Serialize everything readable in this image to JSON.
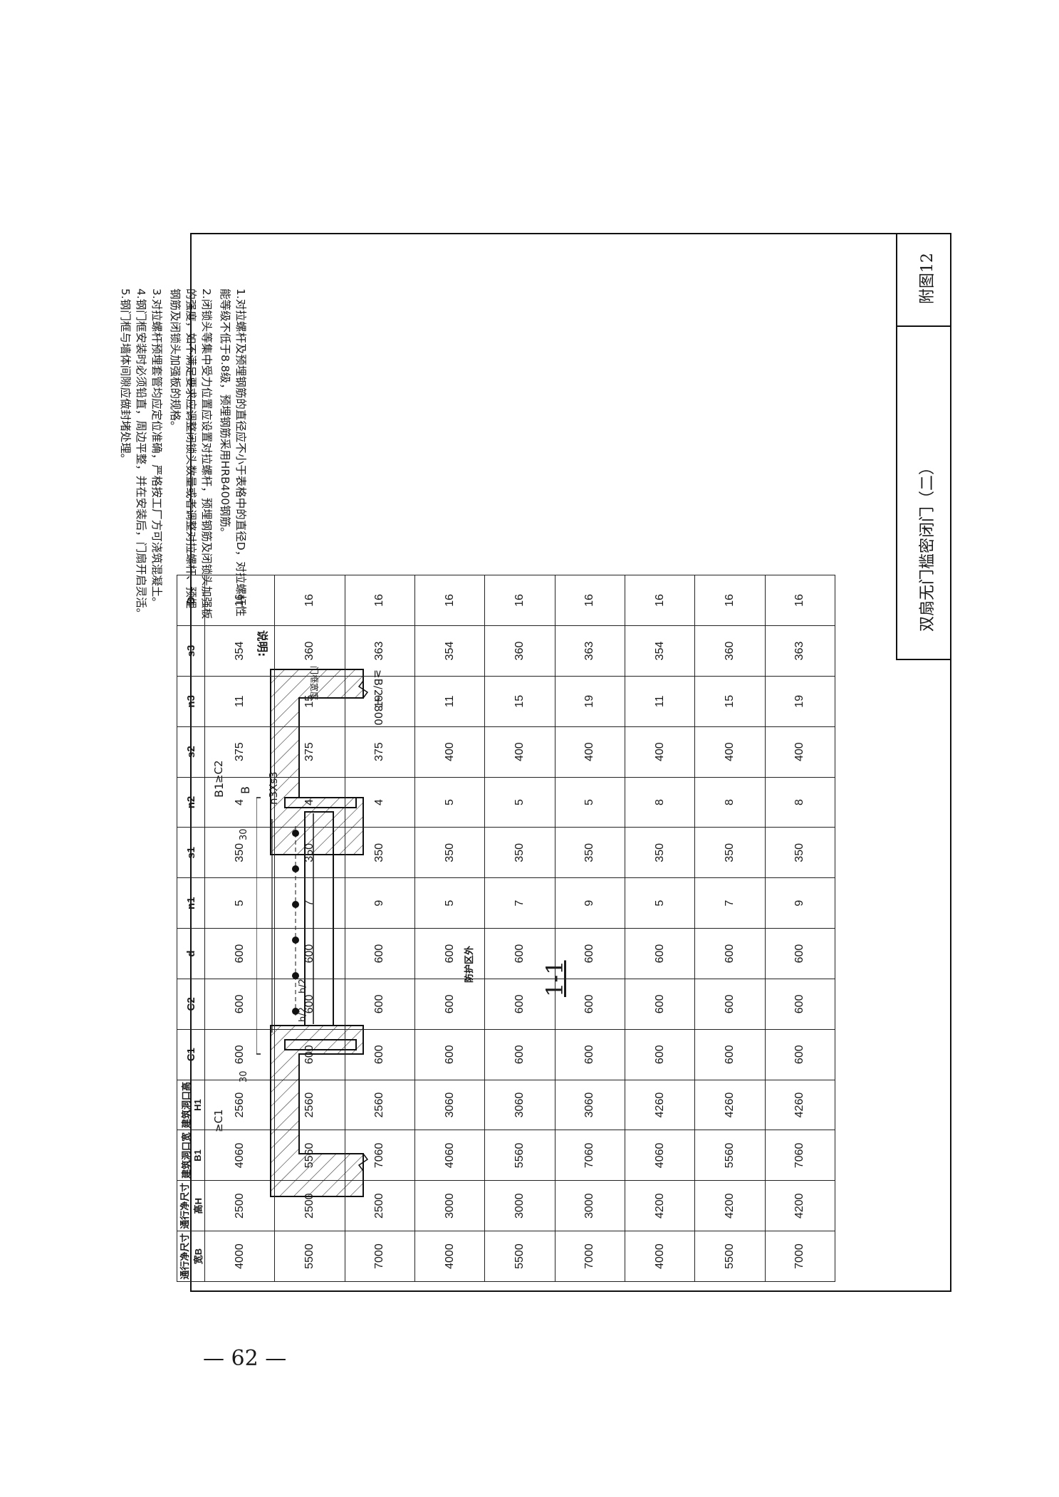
{
  "title_block": {
    "drawing_title": "双扇无门槛密闭门（二）",
    "drawing_number": "附图12"
  },
  "page_number": "— 62 —",
  "notes": {
    "heading": "说明:",
    "lines": [
      "1.对拉螺杆及预埋钢筋的直径应不小于表格中的直径D，对拉螺杆性",
      "  能等级不低于8.8级，预埋钢筋采用HRB400钢筋。",
      "2.闭锁头等集中受力位置应设置对拉螺杆，预埋钢筋及闭锁头加强板",
      "  的强度，如不满足要求应调整闭锁头数量或者调整对拉螺杆、预埋",
      "  钢筋及闭锁头加强板的规格。",
      "3.对拉螺杆预埋套管均应定位准确，严格按工厂方可浇筑混凝土。",
      "4.钢门框安装时必须铅直，周边平整，并在安装后，门扇开启灵活。",
      "5.钢门框与墙体间隙应做封堵处理。"
    ]
  },
  "drawing": {
    "section_label": "1-1",
    "dims": {
      "b1": "B1",
      "b": "B",
      "n3s3": "n3Xs3",
      "c1": "≥C1",
      "c2": "≥C2",
      "h2a": "h/2",
      "h2b": "h/2",
      "d30a": "30",
      "d30b": "30",
      "b2_800": "≥B/2+800",
      "protect_outside": "防护区外",
      "door_width": "门框宽度"
    }
  },
  "table": {
    "headers": [
      "通行净尺寸宽B",
      "通行净尺寸高H",
      "建筑洞口宽B1",
      "建筑洞口高H1",
      "C1",
      "C2",
      "d",
      "n1",
      "s1",
      "n2",
      "s2",
      "n3",
      "s3",
      "D"
    ],
    "rows": [
      [
        "4000",
        "2500",
        "4060",
        "2560",
        "600",
        "600",
        "600",
        "5",
        "350",
        "4",
        "375",
        "11",
        "354",
        "16"
      ],
      [
        "5500",
        "2500",
        "5560",
        "2560",
        "600",
        "600",
        "600",
        "7",
        "350",
        "4",
        "375",
        "15",
        "360",
        "16"
      ],
      [
        "7000",
        "2500",
        "7060",
        "2560",
        "600",
        "600",
        "600",
        "9",
        "350",
        "4",
        "375",
        "19",
        "363",
        "16"
      ],
      [
        "4000",
        "3000",
        "4060",
        "3060",
        "600",
        "600",
        "600",
        "5",
        "350",
        "5",
        "400",
        "11",
        "354",
        "16"
      ],
      [
        "5500",
        "3000",
        "5560",
        "3060",
        "600",
        "600",
        "600",
        "7",
        "350",
        "5",
        "400",
        "15",
        "360",
        "16"
      ],
      [
        "7000",
        "3000",
        "7060",
        "3060",
        "600",
        "600",
        "600",
        "9",
        "350",
        "5",
        "400",
        "19",
        "363",
        "16"
      ],
      [
        "4000",
        "4200",
        "4060",
        "4260",
        "600",
        "600",
        "600",
        "5",
        "350",
        "8",
        "400",
        "11",
        "354",
        "16"
      ],
      [
        "5500",
        "4200",
        "5560",
        "4260",
        "600",
        "600",
        "600",
        "7",
        "350",
        "8",
        "400",
        "15",
        "360",
        "16"
      ],
      [
        "7000",
        "4200",
        "7060",
        "4260",
        "600",
        "600",
        "600",
        "9",
        "350",
        "8",
        "400",
        "19",
        "363",
        "16"
      ]
    ]
  }
}
